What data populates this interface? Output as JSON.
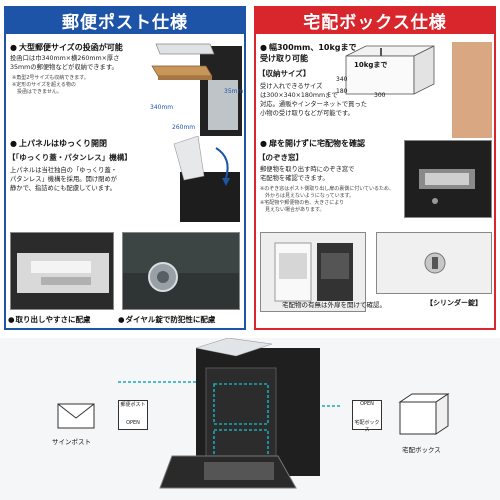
{
  "left": {
    "title": "郵便ポスト仕様",
    "section1": {
      "heading": "大型郵便サイズの投函が可能",
      "text": "投函口は巾340mm×横260mm×厚さ\n35mmの郵便物などが収納できます。",
      "notes": "※角型2号サイズも収納できます。\n※定形のサイズを超える物の\n　投函はできません。",
      "dim_width": "340mm",
      "dim_depth": "260mm",
      "dim_thick": "35mm"
    },
    "section2": {
      "heading": "上パネルはゆっくり開閉",
      "subtitle": "【「ゆっくり蓋・パタンレス」機構】",
      "text": "上パネルは当社独自の「ゆっくり蓋・\nパタンレス」機構を採用。開け閉めが\n静かで、指詰めにも配慮しています。"
    },
    "captions": {
      "left": "取り出しやすさに配慮",
      "right": "ダイヤル錠で防犯性に配慮"
    }
  },
  "right": {
    "title": "宅配ボックス仕様",
    "section1": {
      "heading": "幅300mm、10kgまで\n受け取り可能",
      "subtitle": "【収納サイズ】",
      "text": "受け入れできるサイズ\nは300×340×180mmまで\n対応。通販やインターネットで買った\n小物の受け取りなどが可能です。",
      "box_label": "10kgまで",
      "dim_a": "340",
      "dim_b": "180",
      "dim_c": "300"
    },
    "section2": {
      "heading": "扉を開けずに宅配物を確認",
      "subtitle": "【のぞき窓】",
      "text": "郵便物を取り出す時にのぞき窓で\n宅配物を確認できます。",
      "notes": "※のぞき窓はポスト側取り出し扉の裏側に付いているため、\n　外からは見えないようになっています。\n※宅配物や郵便物の色、大きさにより\n　見えない場合があります。"
    },
    "captions": {
      "status": "宅配物の有無は外扉を開けて確認。",
      "lock": "【シリンダー錠】"
    }
  },
  "diagram": {
    "sign_post": "サインポスト",
    "delivery_box": "宅配ボックス",
    "tag_post": "郵便ポスト",
    "tag_open": "OPEN",
    "tag_box": "宅配ボックス",
    "tag_open2": "OPEN"
  },
  "colors": {
    "blue": "#1e54a7",
    "red": "#d8262c"
  }
}
